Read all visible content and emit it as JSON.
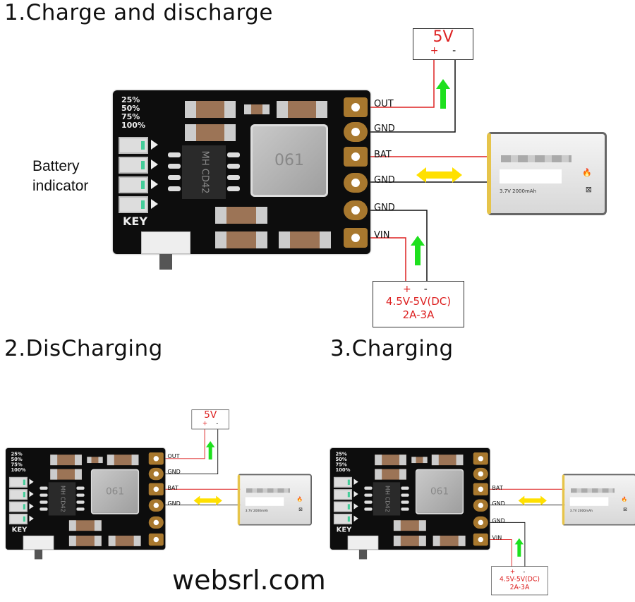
{
  "titles": {
    "main": "1.Charge and discharge",
    "discharging": "2.DisCharging",
    "charging": "3.Charging"
  },
  "board": {
    "indicator_levels": [
      "25%",
      "50%",
      "75%",
      "100%"
    ],
    "chip_marking": "MH CD42",
    "inductor_marking": "061",
    "key_label": "KEY",
    "pins": [
      "OUT",
      "GND",
      "BAT",
      "GND",
      "GND",
      "VIN"
    ]
  },
  "battery_indicator_label": "Battery indicator",
  "output_box": {
    "voltage": "5V",
    "plus": "+",
    "minus": "-"
  },
  "input_box": {
    "plus": "+",
    "minus": "-",
    "voltage": "4.5V-5V(DC)",
    "current": "2A-3A"
  },
  "battery": {
    "spec": "3.7V  2000mAh"
  },
  "colors": {
    "positive_wire": "#d22",
    "ground_wire": "#111",
    "power_arrow": "#1ee01e",
    "battery_arrow": "#ffe000"
  },
  "watermark": "websrl.com"
}
